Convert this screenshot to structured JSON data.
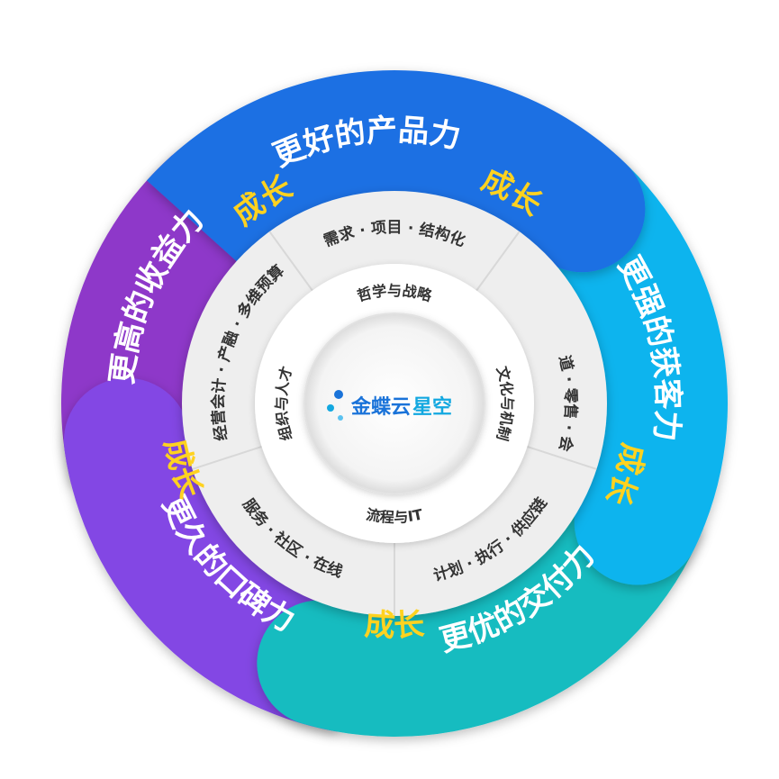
{
  "segments": [
    {
      "id": "product",
      "label": "更好的产品力",
      "grow": "成长",
      "color": "#1c6fe3"
    },
    {
      "id": "customer",
      "label": "更强的获客力",
      "grow": "成长",
      "color": "#10b4ee"
    },
    {
      "id": "delivery",
      "label": "更优的交付力",
      "grow": "成长",
      "color": "#13bcc0"
    },
    {
      "id": "praise",
      "label": "更久的口碑力",
      "grow": "成长",
      "color": "#8346e4"
    },
    {
      "id": "profit",
      "label": "更高的收益力",
      "grow": "成长",
      "color": "#8e38c9"
    }
  ],
  "middle_ring": [
    "需求 · 项目 · 结构化",
    "渠道 · 零售 · 会员",
    "计划 · 执行 · 供应链",
    "服务 · 社区 · 在线",
    "经营会计 · 产融 · 多维预算"
  ],
  "inner_ring": [
    "哲学与战略",
    "文化与机制",
    "流程与IT",
    "组织与人才"
  ],
  "center": {
    "brand_main": "金蝶云",
    "brand_sub": "星空"
  },
  "colors": {
    "grow": "#ffd21f",
    "brand_blue": "#1a73d9",
    "brand_sub": "#13a8e0"
  }
}
